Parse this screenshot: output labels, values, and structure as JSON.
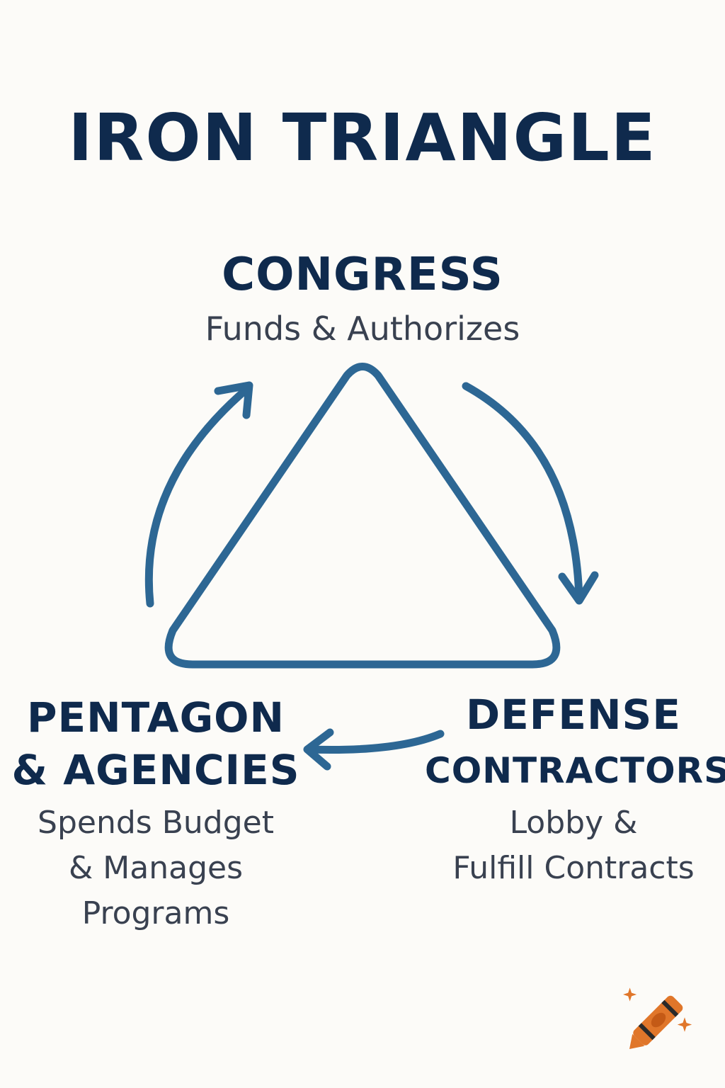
{
  "title": "IRON TRIANGLE",
  "nodes": {
    "congress": {
      "heading": "CONGRESS",
      "role": "Funds & Authorizes"
    },
    "pentagon": {
      "heading_lines": [
        "PENTAGON",
        "& AGENCIES"
      ],
      "role_lines": [
        "Spends Budget",
        "& Manages",
        "Programs"
      ]
    },
    "defense": {
      "heading_lines": [
        "DEFENSE",
        "CONTRACTORS"
      ],
      "role_lines": [
        "Lobby &",
        "Fulfill Contracts"
      ]
    }
  },
  "colors": {
    "background": "#fcfbf8",
    "heading": "#0f2a4d",
    "subtext": "#394150",
    "triangle_stroke": "#2d6794",
    "arrow_stroke": "#2d6794",
    "logo_orange": "#e0762a"
  },
  "icons": {
    "triangle": "triangle-outline-icon",
    "arrow_left_to_top": "curved-arrow-up-right-icon",
    "arrow_top_to_right": "curved-arrow-down-icon",
    "arrow_right_to_left": "arrow-left-icon",
    "logo": "crayon-icon"
  }
}
